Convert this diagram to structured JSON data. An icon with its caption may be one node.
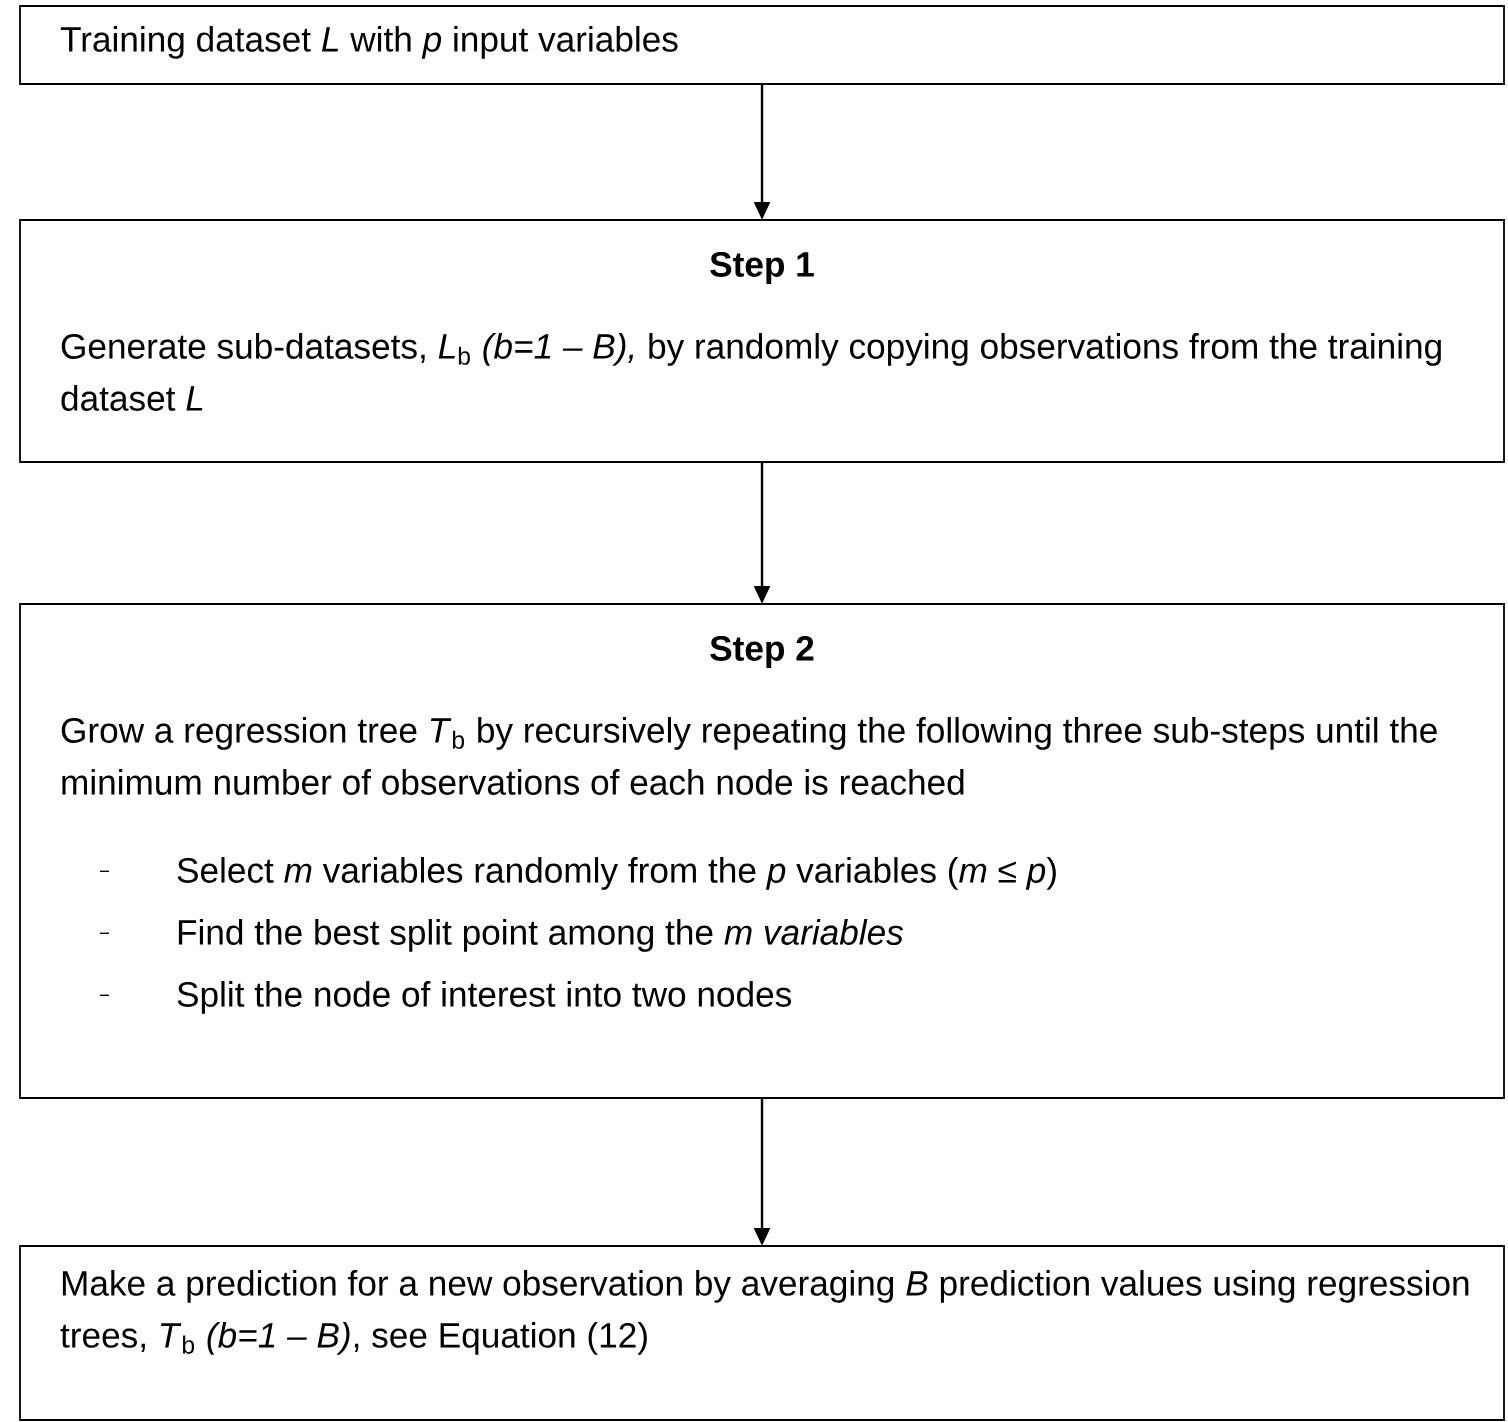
{
  "diagram": {
    "nodes": [
      {
        "text": [
          "Training dataset *L* with *p* input variables"
        ]
      },
      {
        "text": [
          "Step 1",
          "Generate sub-datasets, *L*$_{b}$ *(b=1 – B),* by randomly copying observations from the training dataset *L*"
        ]
      },
      {
        "text": [
          "Step 2",
          "Grow a regression tree *T*$_{b}$ by recursively repeating the following three sub-steps until the minimum number of observations of each node is reached",
          "Select *m* variables randomly from the *p* variables (*m* ≤ *p*)",
          "Find the best split point among the *m variables*",
          "Split the node of interest into two nodes"
        ]
      },
      {
        "text": [
          "Make a prediction for a new observation by averaging *B* prediction values using regression trees, *T*$_{b}$ *(b=1 – B)*, see Equation (12)"
        ]
      }
    ],
    "edges": [
      {
        "from": 0,
        "to": 1,
        "arrow": "to"
      },
      {
        "from": 1,
        "to": 2,
        "arrow": "to"
      },
      {
        "from": 2,
        "to": 3,
        "arrow": "to"
      }
    ]
  }
}
